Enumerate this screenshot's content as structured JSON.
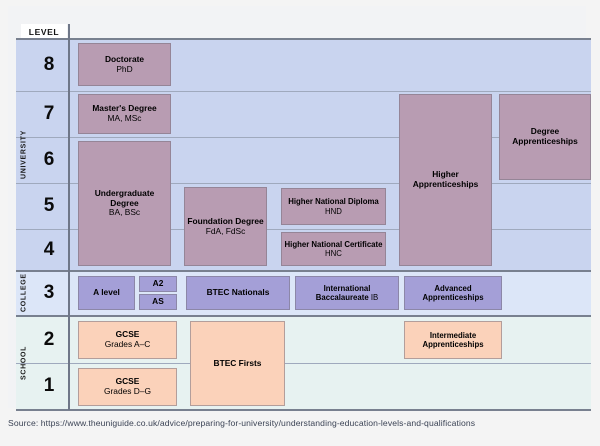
{
  "figure": {
    "level_header": "LEVEL",
    "bands": [
      {
        "name": "university",
        "label": "UNIVERSITY",
        "color": "#c9d4ef"
      },
      {
        "name": "college",
        "label": "COLLEGE",
        "color": "#dce6f8"
      },
      {
        "name": "school",
        "label": "SCHOOL",
        "color": "#e7f2f1"
      }
    ],
    "levels": [
      "8",
      "7",
      "6",
      "5",
      "4",
      "3",
      "2",
      "1"
    ],
    "qualifications": [
      {
        "id": "doctorate",
        "title": "Doctorate",
        "subtitle": "PhD",
        "levels": "8",
        "color": "#b89cb2"
      },
      {
        "id": "masters-degree",
        "title": "Master's Degree",
        "subtitle": "MA, MSc",
        "levels": "7",
        "color": "#b89cb2"
      },
      {
        "id": "undergraduate-degree",
        "title": "Undergraduate Degree",
        "subtitle": "BA, BSc",
        "levels": "6-4",
        "color": "#b89cb2"
      },
      {
        "id": "foundation-degree",
        "title": "Foundation Degree",
        "subtitle": "FdA, FdSc",
        "levels": "5-4",
        "color": "#b89cb2"
      },
      {
        "id": "higher-national-diploma",
        "title": "Higher National Diploma",
        "subtitle": "HND",
        "levels": "5",
        "color": "#b89cb2"
      },
      {
        "id": "higher-national-certificate",
        "title": "Higher National Certificate",
        "subtitle": "HNC",
        "levels": "4",
        "color": "#b89cb2"
      },
      {
        "id": "higher-apprenticeships",
        "title": "Higher Apprenticeships",
        "subtitle": "",
        "levels": "7-4",
        "color": "#b89cb2"
      },
      {
        "id": "degree-apprenticeships",
        "title": "Degree Apprenticeships",
        "subtitle": "",
        "levels": "7-6",
        "color": "#b89cb2"
      },
      {
        "id": "a-level",
        "title": "A level",
        "subtitle": "",
        "levels": "3",
        "color": "#a49fd7"
      },
      {
        "id": "a2",
        "title": "A2",
        "subtitle": "",
        "levels": "3",
        "color": "#a49fd7"
      },
      {
        "id": "as",
        "title": "AS",
        "subtitle": "",
        "levels": "3",
        "color": "#a49fd7"
      },
      {
        "id": "btec-nationals",
        "title": "BTEC Nationals",
        "subtitle": "",
        "levels": "3",
        "color": "#a49fd7"
      },
      {
        "id": "international-baccalaureate",
        "title": "International Baccalaureate",
        "subtitle": "IB",
        "levels": "3",
        "color": "#a49fd7"
      },
      {
        "id": "advanced-apprenticeships",
        "title": "Advanced Apprenticeships",
        "subtitle": "",
        "levels": "3",
        "color": "#a49fd7"
      },
      {
        "id": "gcse-a-c",
        "title": "GCSE",
        "subtitle": "Grades A–C",
        "levels": "2",
        "color": "#fbd2ba"
      },
      {
        "id": "gcse-d-g",
        "title": "GCSE",
        "subtitle": "Grades D–G",
        "levels": "1",
        "color": "#fbd2ba"
      },
      {
        "id": "btec-firsts",
        "title": "BTEC Firsts",
        "subtitle": "",
        "levels": "2-1",
        "color": "#fbd2ba"
      },
      {
        "id": "intermediate-apprenticeships",
        "title": "Intermediate Apprenticeships",
        "subtitle": "",
        "levels": "2",
        "color": "#fbd2ba"
      }
    ]
  },
  "source": "Source: https://www.theuniguide.co.uk/advice/preparing-for-university/understanding-education-levels-and-qualifications"
}
